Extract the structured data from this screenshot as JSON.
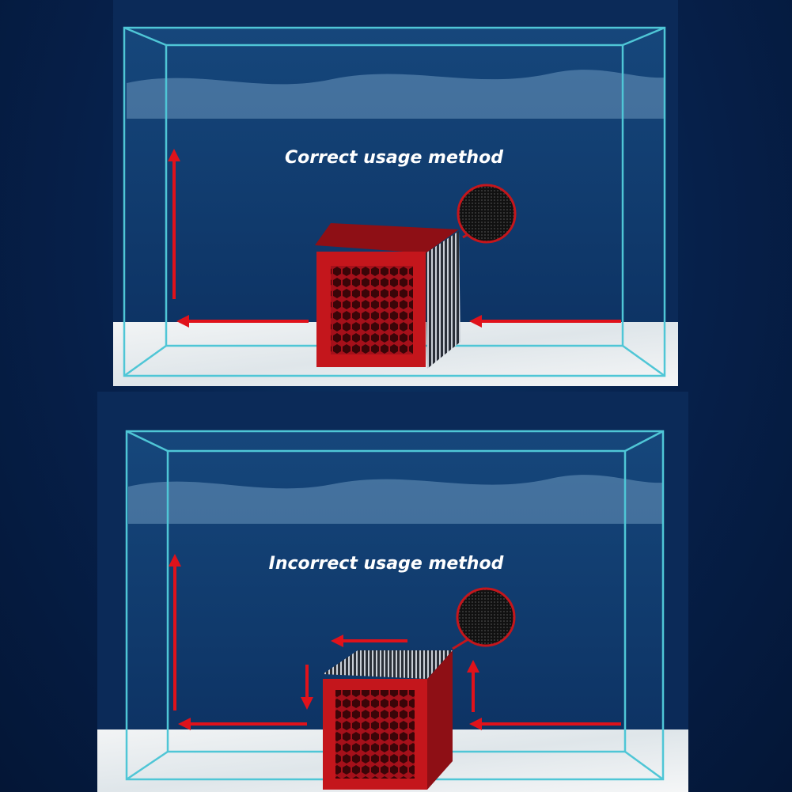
{
  "panels": [
    {
      "caption": "Correct usage method",
      "state": "correct"
    },
    {
      "caption": "Incorrect usage method",
      "state": "incorrect"
    }
  ],
  "colors": {
    "background": "#06204a",
    "tank_edge": "#4fc6d6",
    "arrow": "#e0121b",
    "filter_body": "#c4161c",
    "floor": "#e9eef0"
  }
}
